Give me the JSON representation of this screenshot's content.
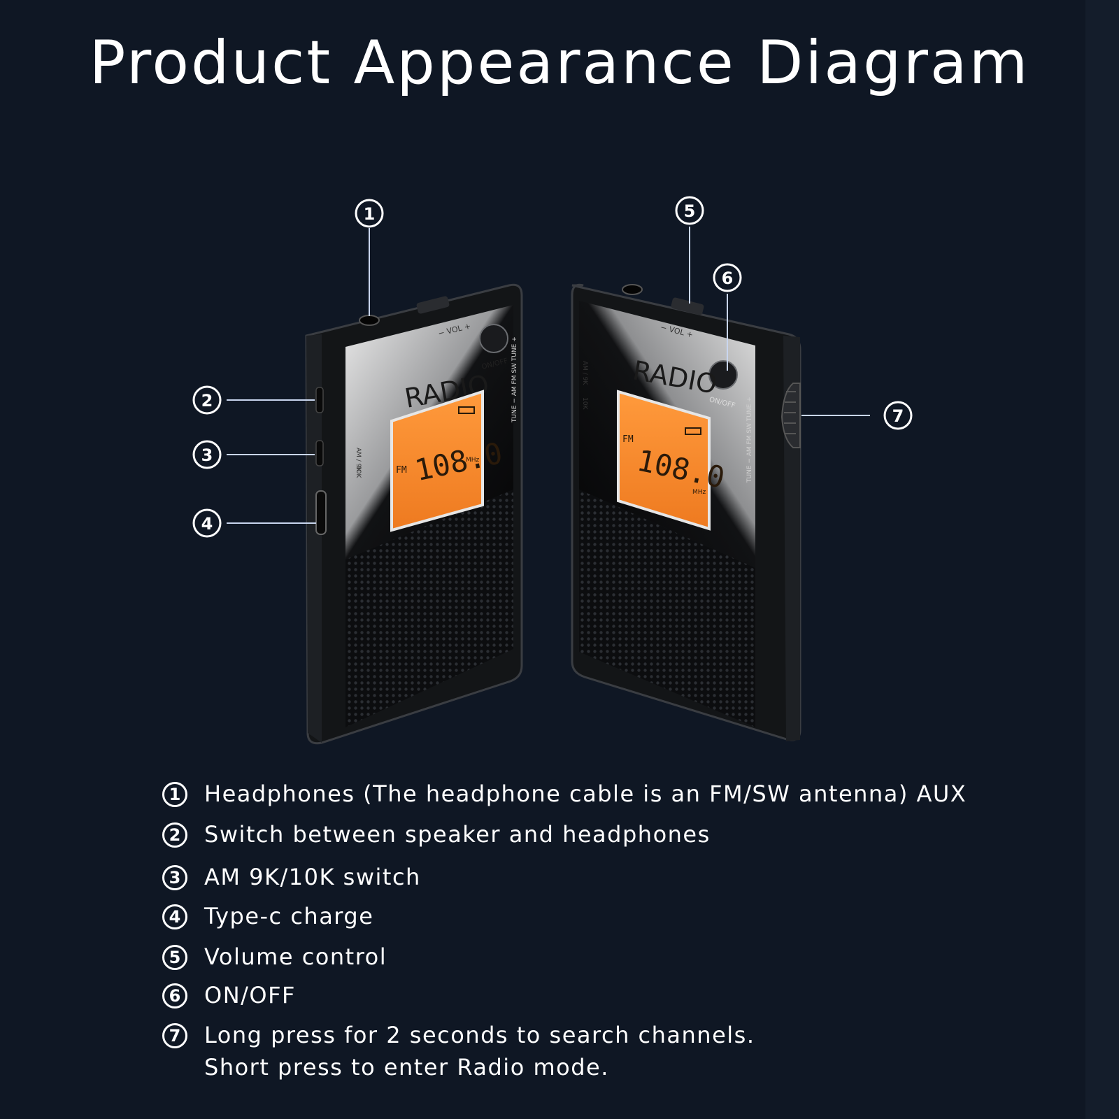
{
  "title": "Product Appearance Diagram",
  "callout_numbers": [
    "1",
    "2",
    "3",
    "4",
    "5",
    "6",
    "7"
  ],
  "device": {
    "brand_label": "RADIO",
    "band": "FM",
    "frequency": "108.0",
    "unit": "MHz",
    "power_label": "ON/OFF",
    "volume_label": "− VOL +",
    "side_label": "TUNE − AM FM SW TUNE +",
    "switch_labels": [
      "AM / 9K",
      "10K"
    ],
    "colors": {
      "lcd": "#f58a2b",
      "body": "#121416",
      "background": "#0f1724"
    }
  },
  "legend": [
    {
      "num": "1",
      "text": "Headphones (The headphone cable is an FM/SW antenna) AUX"
    },
    {
      "num": "2",
      "text": "Switch between speaker and headphones"
    },
    {
      "num": "3",
      "text": "AM 9K/10K switch"
    },
    {
      "num": "4",
      "text": "Type-c charge"
    },
    {
      "num": "5",
      "text": "Volume control"
    },
    {
      "num": "6",
      "text": "ON/OFF"
    },
    {
      "num": "7",
      "text": "Long press for 2 seconds to search channels.\nShort press to enter Radio mode."
    }
  ]
}
